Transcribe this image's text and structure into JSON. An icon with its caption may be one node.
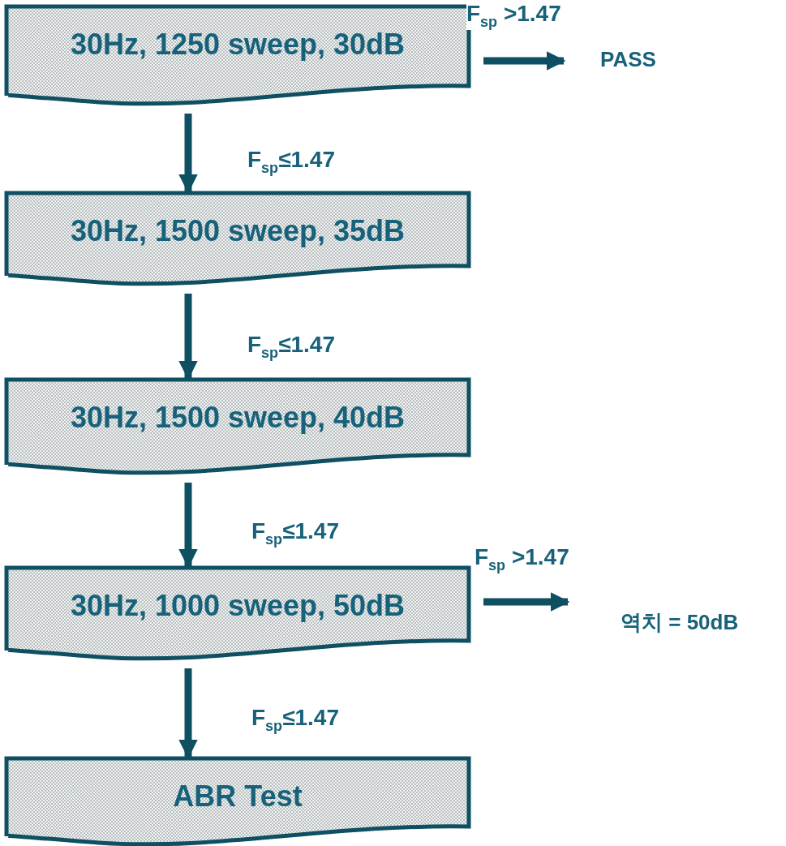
{
  "diagram": {
    "nodes": [
      {
        "text": [
          "30Hz, 1250 sweep, 30dB"
        ]
      },
      {
        "text": [
          "30Hz, 1500 sweep, 35dB"
        ]
      },
      {
        "text": [
          "30Hz, 1500 sweep, 40dB"
        ]
      },
      {
        "text": [
          "30Hz, 1000 sweep, 50dB"
        ]
      },
      {
        "text": [
          "ABR Test"
        ]
      },
      {
        "text": [
          "PASS"
        ]
      },
      {
        "text": [
          "역치 = 50dB"
        ]
      }
    ],
    "edges": [
      {
        "from": 0,
        "to": 5,
        "arrow": "to",
        "label": "F$_{sp}$ >1.47"
      },
      {
        "from": 0,
        "to": 1,
        "arrow": "to",
        "label": "F$_{sp}$≤1.47"
      },
      {
        "from": 1,
        "to": 2,
        "arrow": "to",
        "label": "F$_{sp}$≤1.47"
      },
      {
        "from": 2,
        "to": 3,
        "arrow": "to",
        "label": "F$_{sp}$≤1.47"
      },
      {
        "from": 3,
        "to": 6,
        "arrow": "to",
        "label": "F$_{sp}$ >1.47"
      },
      {
        "from": 3,
        "to": 4,
        "arrow": "to",
        "label": "F$_{sp}$≤1.47"
      }
    ]
  }
}
